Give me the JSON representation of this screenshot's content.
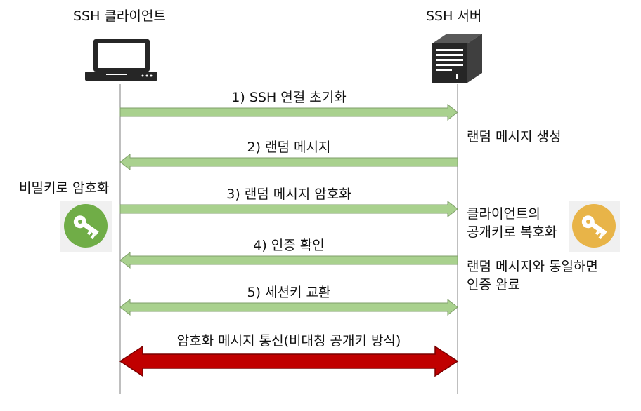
{
  "actors": {
    "client": {
      "label": "SSH 클라이언트",
      "icon": "laptop-icon"
    },
    "server": {
      "label": "SSH 서버",
      "icon": "server-tower-icon"
    }
  },
  "messages": [
    {
      "label": "1) SSH 연결 초기화",
      "direction": "right",
      "color": "#a9d18e"
    },
    {
      "label": "2) 랜덤 메시지",
      "direction": "left",
      "color": "#a9d18e"
    },
    {
      "label": "3) 랜덤 메시지 암호화",
      "direction": "right",
      "color": "#a9d18e"
    },
    {
      "label": "4) 인증 확인",
      "direction": "left",
      "color": "#a9d18e"
    },
    {
      "label": "5) 세션키 교환",
      "direction": "both",
      "color": "#a9d18e"
    },
    {
      "label": "암호화 메시지 통신(비대칭 공개키 방식)",
      "direction": "both",
      "color": "#c00000"
    }
  ],
  "notes": {
    "random_message_generate": "랜덤 메시지 생성",
    "client_encrypt": "비밀키로 암호화",
    "server_decrypt_line1": "클라이언트의",
    "server_decrypt_line2": "공개키로 복호화",
    "auth_complete_line1": "랜덤 메시지와 동일하면",
    "auth_complete_line2": "인증 완료"
  },
  "keys": {
    "private_key": {
      "icon": "key-icon",
      "color": "#70ad47"
    },
    "public_key": {
      "icon": "key-icon",
      "color": "#e8b448"
    }
  }
}
